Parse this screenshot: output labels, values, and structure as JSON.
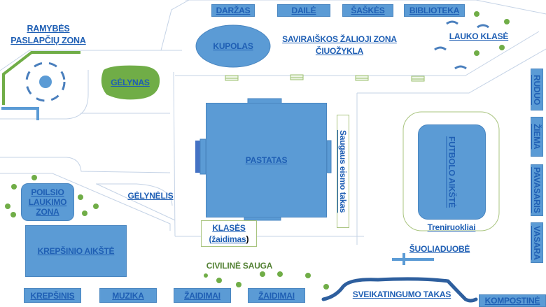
{
  "map": {
    "top_buttons": [
      "DARŽAS",
      "DAILĖ",
      "ŠAŠKĖS",
      "BIBLIOTEKA"
    ],
    "right_buttons": [
      "RUDUO",
      "ŽIEMA",
      "PAVASARIS",
      "VASARA"
    ],
    "bottom_buttons": [
      "KREPŠINIS",
      "MUZIKA",
      "ŽAIDIMAI",
      "ŽAIDIMAI"
    ],
    "kompostine": "KOMPOSTINĖ",
    "ramybes_zona": [
      "RAMYBĖS",
      "PASLAPČIŲ ZONA"
    ],
    "gelynas": "GĖLYNAS",
    "kupolas": "KUPOLAS",
    "saviraiskos_zona": [
      "SAVIRAIŠKOS ŽALIOJI ZONA",
      "ČIUOŽYKLA"
    ],
    "lauko_klase": "LAUKO KLASĖ",
    "pastatas": "PASTATAS",
    "saugaus_eismo": "Saugaus eismo takas",
    "futbolo_aikste": "FUTBOLO  AIKŠTĖ",
    "treniruokliai": "Treniruokliai",
    "suoliaduobe": "ŠUOLIADUOBĖ",
    "poilsio_zona": [
      "POILSIO",
      "LAUKIMO",
      "ZONA"
    ],
    "gelynelis": "GĖLYNĖLIS",
    "klases": [
      "KLASĖS",
      "(žaidimas",
      ")"
    ],
    "krepsinio_aikste": "KREPŠINIO  AIKŠTĖ",
    "civiline_sauga": "CIVILINĖ SAUGA",
    "sveikatingumo_takas": "SVEIKATINGUMO TAKAS",
    "colors": {
      "zone_blue": "#5b9bd5",
      "link_blue": "#1f5fb4",
      "green": "#70ad47",
      "path_blue": "#2e5f9e",
      "road_line": "#c5d3e6"
    }
  }
}
